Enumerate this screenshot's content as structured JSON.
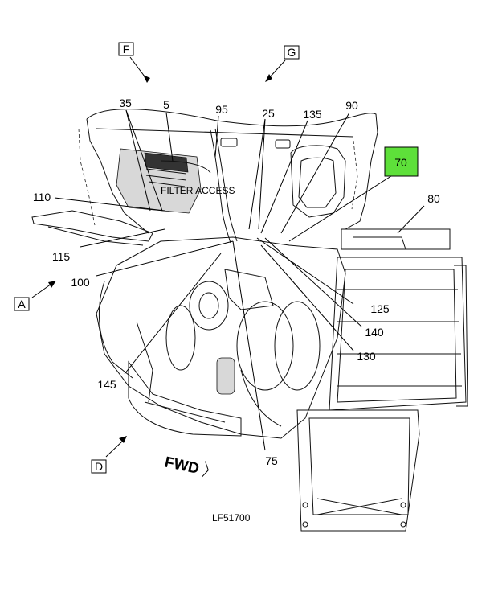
{
  "drawing_code": "LF51700",
  "fwd_mark": "FWD",
  "view_markers": {
    "a": "A",
    "d": "D",
    "f": "F",
    "g": "G"
  },
  "highlight_color": "#5ee03a",
  "callouts": {
    "c5": "5",
    "c25": "25",
    "c35": "35",
    "c70": "70",
    "c75": "75",
    "c80": "80",
    "c90": "90",
    "c95": "95",
    "c100": "100",
    "c110": "110",
    "c115": "115",
    "c125": "125",
    "c130": "130",
    "c135": "135",
    "c140": "140",
    "c145": "145"
  },
  "inset_labels": {
    "filter_access": "FILTER ACCESS"
  }
}
